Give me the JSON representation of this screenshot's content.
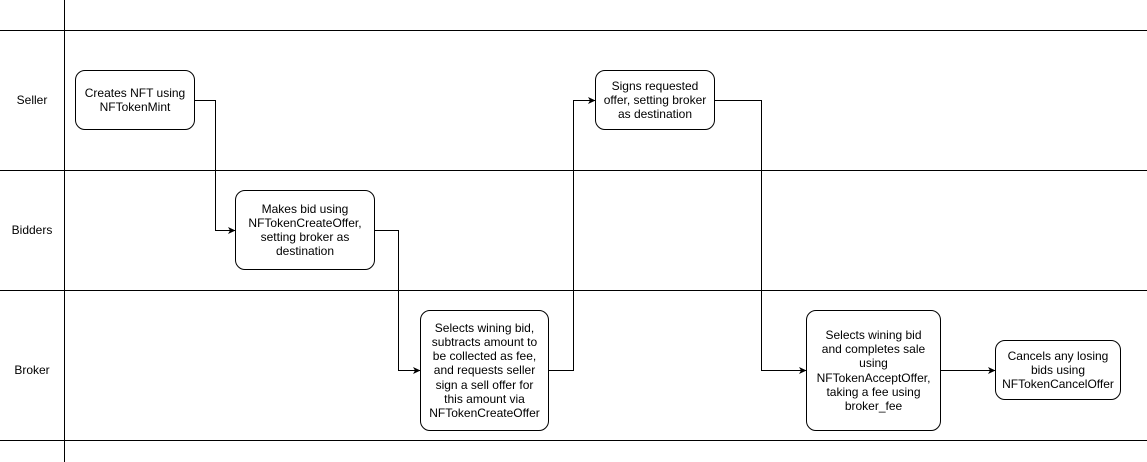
{
  "lanes": [
    {
      "label": "Seller"
    },
    {
      "label": "Bidders"
    },
    {
      "label": "Broker"
    }
  ],
  "nodes": [
    {
      "id": "create-nft",
      "label": "Creates NFT using\nNFTokenMint"
    },
    {
      "id": "make-bid",
      "label": "Makes bid using\nNFTokenCreateOffer,\nsetting broker as\ndestination"
    },
    {
      "id": "select-bid",
      "label": "Selects wining bid,\nsubtracts amount to\nbe collected as fee,\nand requests seller\nsign a sell offer for\nthis amount via\nNFTokenCreateOffer"
    },
    {
      "id": "sign-offer",
      "label": "Signs requested\noffer, setting broker\nas destination"
    },
    {
      "id": "complete-sale",
      "label": "Selects wining bid\nand completes sale\nusing\nNFTokenAcceptOffer,\ntaking a fee using\nbroker_fee"
    },
    {
      "id": "cancel-bids",
      "label": "Cancels any losing\nbids using\nNFTokenCancelOffer"
    }
  ],
  "edges": [
    {
      "from": "create-nft",
      "to": "make-bid"
    },
    {
      "from": "make-bid",
      "to": "select-bid"
    },
    {
      "from": "select-bid",
      "to": "sign-offer"
    },
    {
      "from": "sign-offer",
      "to": "complete-sale"
    },
    {
      "from": "complete-sale",
      "to": "cancel-bids"
    }
  ],
  "colors": {
    "line": "#000000",
    "node_fill": "#ffffff",
    "background": "#ffffff"
  }
}
